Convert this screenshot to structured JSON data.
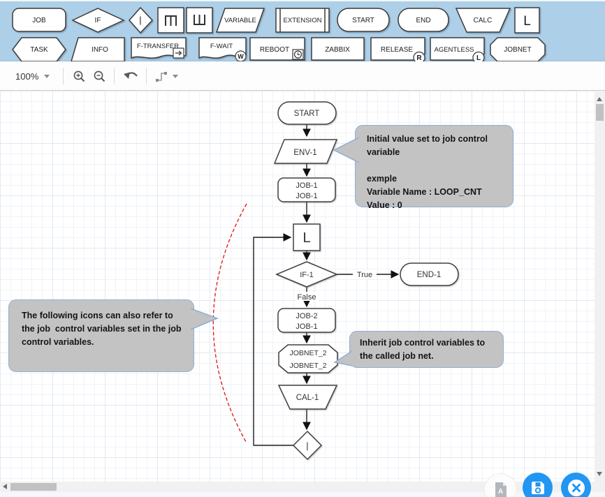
{
  "shape_palette": {
    "bg_color": "#adcfe8",
    "row1": [
      {
        "name": "job",
        "label": "JOB"
      },
      {
        "name": "if",
        "label": "IF"
      },
      {
        "name": "loop-pipe",
        "label": "|"
      },
      {
        "name": "loop-start",
        "label": "",
        "icon": "triple-bracket-down-icon"
      },
      {
        "name": "loop-end",
        "label": "",
        "icon": "triple-bracket-up-icon"
      },
      {
        "name": "variable",
        "label": "VARIABLE"
      },
      {
        "name": "extension",
        "label": "EXTENSION"
      },
      {
        "name": "start",
        "label": "START"
      },
      {
        "name": "end",
        "label": "END"
      },
      {
        "name": "calc",
        "label": "CALC"
      },
      {
        "name": "loop-l",
        "label": "L"
      }
    ],
    "row2": [
      {
        "name": "task",
        "label": "TASK"
      },
      {
        "name": "info",
        "label": "INFO"
      },
      {
        "name": "f-transfer",
        "label": "F-TRANSFER",
        "badge": "",
        "icon": "arrow-right-badge-icon"
      },
      {
        "name": "f-wait",
        "label": "F-WAIT",
        "badge": "W"
      },
      {
        "name": "reboot",
        "label": "REBOOT",
        "badge": "",
        "icon": "clock-badge-icon"
      },
      {
        "name": "zabbix",
        "label": "ZABBIX"
      },
      {
        "name": "release",
        "label": "RELEASE",
        "badge": "R"
      },
      {
        "name": "agentless",
        "label": "AGENTLESS",
        "badge": "L"
      },
      {
        "name": "jobnet",
        "label": "JOBNET"
      }
    ]
  },
  "view_toolbar": {
    "zoom_level": "100%",
    "icons": [
      "zoom-in-icon",
      "zoom-out-icon",
      "undo-icon",
      "connector-style-icon"
    ]
  },
  "diagram": {
    "nodes": {
      "start": "START",
      "env": "ENV-1",
      "job1": [
        "JOB-1",
        "JOB-1"
      ],
      "loop": "L",
      "if": "IF-1",
      "end": "END-1",
      "job2": [
        "JOB-2",
        "JOB-1"
      ],
      "jobnet": [
        "JOBNET_2",
        "JOBNET_2"
      ],
      "cal": "CAL-1",
      "loop_end": "|"
    },
    "edge_labels": {
      "true": "True",
      "false": "False"
    },
    "callouts": {
      "initial_value": {
        "lines": [
          "Initial value set to job control variable",
          "exmple",
          "Variable Name : LOOP_CNT",
          "Value : 0"
        ]
      },
      "icons_refer": "The following icons can also refer to the job  control variables set in the job control variables.",
      "inherit": "Inherit job control variables to the called job net."
    },
    "colors": {
      "callout_fill": "#c3c3c3",
      "callout_border": "#8fafd4",
      "annotation_red": "#e11212",
      "fab_blue": "#2196f3"
    }
  }
}
